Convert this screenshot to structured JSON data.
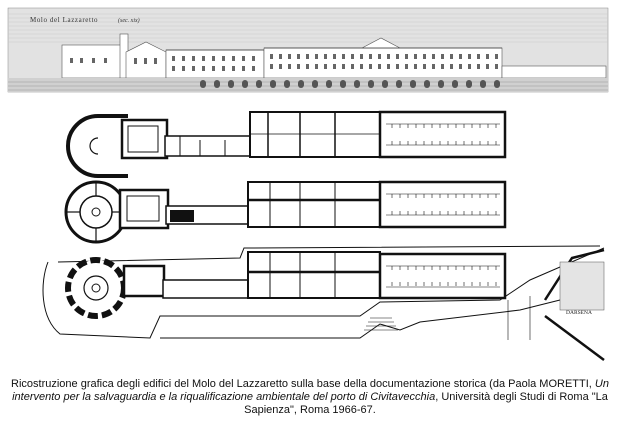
{
  "figure": {
    "elevation_title": "Molo del Lazzaretto",
    "elevation_century": "(sec. xix)",
    "darsena_label": "DARSENA"
  },
  "caption": {
    "part1": "Ricostruzione grafica degli edifici del Molo del Lazzaretto sulla base della documentazione storica (da Paola MORETTI, ",
    "italic1": "Un intervento per la salvaguardia e la riqualificazione ambientale del porto di Civitavecchia",
    "part2": ", Università degli Studi di Roma \"La Sapienza\", Roma 1966-67."
  },
  "colors": {
    "ink": "#1a1a1a",
    "wall": "#111111",
    "paper": "#ffffff",
    "sky": "#dcdcdc",
    "sea": "#cfcfcf"
  }
}
